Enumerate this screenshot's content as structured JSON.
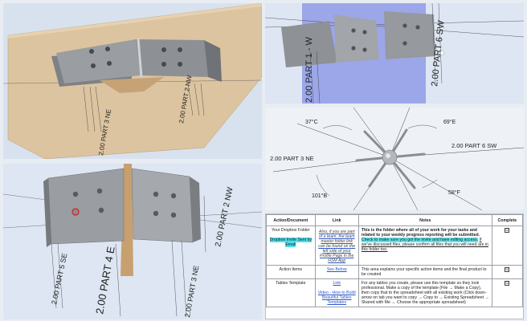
{
  "panels": {
    "top_left": {
      "labels": [
        "2.00 PART 3 NE",
        "2.00 PART 2 NW"
      ]
    },
    "bottom_left": {
      "labels": [
        "2.00 PART 5 SE",
        "2.00 PART 4 E",
        "2.00 PART 2 NW",
        "2.00 PART 3 NE"
      ]
    },
    "top_right": {
      "labels": [
        "2.00 PART 1 - W",
        "2.00 PART 6 SW"
      ]
    },
    "middle_right": {
      "labels": [
        "37°C",
        "69°E",
        "2.00 PART 6 SW",
        "2.00 PART 3 NE",
        "101°B",
        "58°F"
      ]
    }
  },
  "doc_table": {
    "headers": [
      "Action/Document",
      "Link",
      "Notes",
      "Complete"
    ],
    "rows": [
      {
        "action": "Your Dropbox Folder",
        "action_highlight": "Dropbox Invite Sent by Email",
        "link_note": "Also, if you are part of a team, the team master folder link can be found on the left side of your Profile Page in the HSM App",
        "notes": "This is the folder where all of your work for your tasks and related to your weekly progress reporting will be submitted.",
        "notes_highlight": "Check to make sure you got the invite and have editing access.",
        "notes_tail": "If we've discussed files, please confirm all files that you will need are in this folder too.",
        "complete": "☑"
      },
      {
        "action": "Action Items",
        "link": "See Below",
        "notes": "This area explains your specific action items and the final product to be created",
        "complete": "☑"
      },
      {
        "action": "Tables Template",
        "link": "Link",
        "link_extra": "Video - How to Build Beautiful Tables Templates",
        "notes": "For any tables you create, please use this template so they look professional. Make a copy of the template (File → Make a Copy), then copy that to the spreadsheet with all existing work (Click down-arrow on tab you want to copy → Copy to → Existing Spreadsheet → Shared with Me → Choose the appropriate spreadsheet)",
        "complete": "☑"
      }
    ]
  },
  "colors": {
    "wood": "#d9bf97",
    "steel": "#8a8d91",
    "highlight": "#4ee0ee",
    "link": "#2b57c9",
    "blue_plane": "#7f8fe6",
    "selected_hole": "#d41e1e"
  }
}
